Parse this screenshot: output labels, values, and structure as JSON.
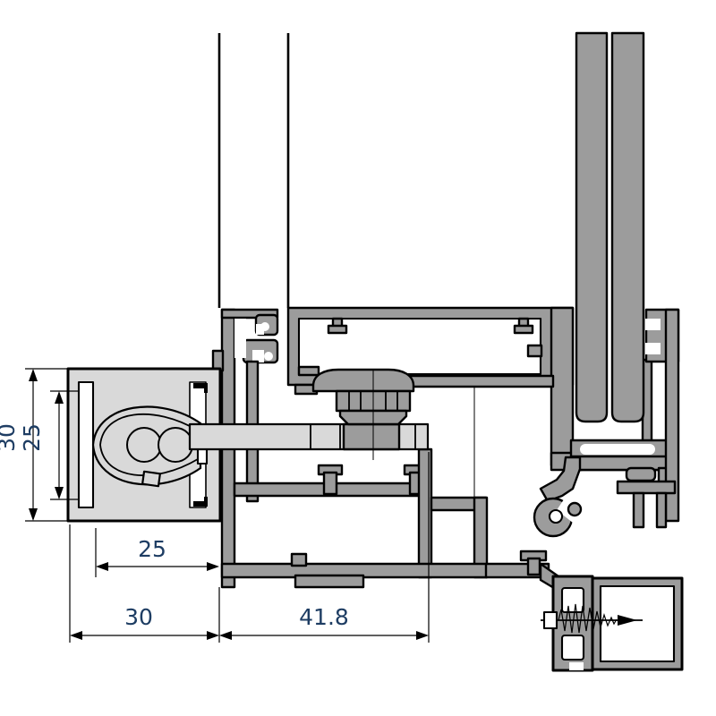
{
  "drawing": {
    "dimensions": {
      "left_outer": "30",
      "left_inner": "25",
      "bottom_inner": "25",
      "bottom_left": "30",
      "bottom_right": "41.8"
    },
    "colors": {
      "aluminium_fill": "#9c9c9c",
      "hardware_fill": "#d9d9d9",
      "outline": "#000000",
      "dimension_text": "#1e3d63",
      "background": "#ffffff"
    }
  }
}
